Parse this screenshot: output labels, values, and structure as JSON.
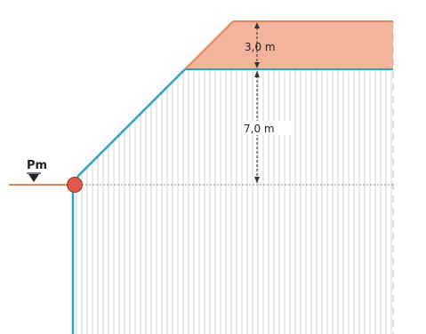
{
  "labels": {
    "top_layer_height": "3,0 m",
    "lower_layer_height": "7,0 m",
    "water_level": "Pm"
  },
  "colors": {
    "top_layer_fill": "#f2b49a",
    "orange_line": "#e8825a",
    "blue_outline": "#2aa6b8",
    "hatch": "#c8c8c8",
    "marker": "#e0584a",
    "background": "#ffffff"
  }
}
